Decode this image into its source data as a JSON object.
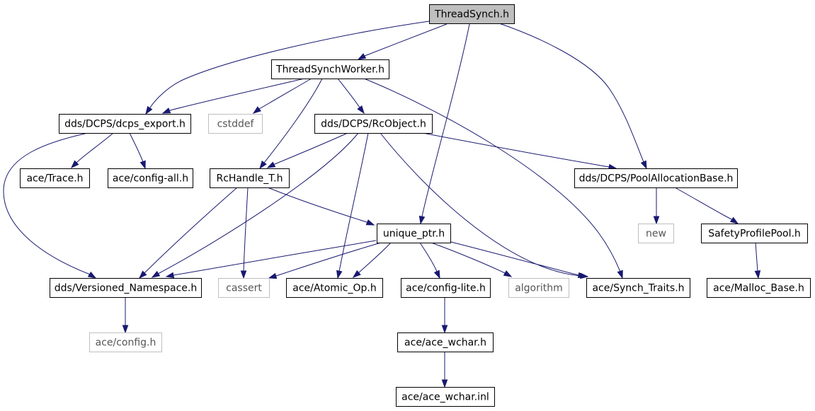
{
  "graph": {
    "nodes": [
      {
        "id": "threadsynch",
        "label": "ThreadSynch.h",
        "kind": "root"
      },
      {
        "id": "threadsynchworker",
        "label": "ThreadSynchWorker.h",
        "kind": "file"
      },
      {
        "id": "dcps_export",
        "label": "dds/DCPS/dcps_export.h",
        "kind": "file"
      },
      {
        "id": "cstddef",
        "label": "cstddef",
        "kind": "external"
      },
      {
        "id": "rcobject",
        "label": "dds/DCPS/RcObject.h",
        "kind": "file"
      },
      {
        "id": "ace_trace",
        "label": "ace/Trace.h",
        "kind": "file"
      },
      {
        "id": "ace_config_all",
        "label": "ace/config-all.h",
        "kind": "file"
      },
      {
        "id": "rchandle",
        "label": "RcHandle_T.h",
        "kind": "file"
      },
      {
        "id": "poolallocbase",
        "label": "dds/DCPS/PoolAllocationBase.h",
        "kind": "file"
      },
      {
        "id": "unique_ptr",
        "label": "unique_ptr.h",
        "kind": "file"
      },
      {
        "id": "new",
        "label": "new",
        "kind": "external"
      },
      {
        "id": "safetyprofilepool",
        "label": "SafetyProfilePool.h",
        "kind": "file"
      },
      {
        "id": "versioned_ns",
        "label": "dds/Versioned_Namespace.h",
        "kind": "file"
      },
      {
        "id": "cassert",
        "label": "cassert",
        "kind": "external"
      },
      {
        "id": "atomic_op",
        "label": "ace/Atomic_Op.h",
        "kind": "file"
      },
      {
        "id": "config_lite",
        "label": "ace/config-lite.h",
        "kind": "file"
      },
      {
        "id": "algorithm",
        "label": "algorithm",
        "kind": "external"
      },
      {
        "id": "synch_traits",
        "label": "ace/Synch_Traits.h",
        "kind": "file"
      },
      {
        "id": "malloc_base",
        "label": "ace/Malloc_Base.h",
        "kind": "file"
      },
      {
        "id": "ace_config",
        "label": "ace/config.h",
        "kind": "external"
      },
      {
        "id": "ace_wchar",
        "label": "ace/ace_wchar.h",
        "kind": "file"
      },
      {
        "id": "ace_wchar_inl",
        "label": "ace/ace_wchar.inl",
        "kind": "file"
      }
    ],
    "edges": [
      {
        "from": "threadsynch",
        "to": "threadsynchworker"
      },
      {
        "from": "threadsynch",
        "to": "dcps_export"
      },
      {
        "from": "threadsynch",
        "to": "unique_ptr"
      },
      {
        "from": "threadsynch",
        "to": "poolallocbase"
      },
      {
        "from": "threadsynchworker",
        "to": "dcps_export"
      },
      {
        "from": "threadsynchworker",
        "to": "cstddef"
      },
      {
        "from": "threadsynchworker",
        "to": "rcobject"
      },
      {
        "from": "threadsynchworker",
        "to": "rchandle"
      },
      {
        "from": "threadsynchworker",
        "to": "synch_traits"
      },
      {
        "from": "dcps_export",
        "to": "ace_trace"
      },
      {
        "from": "dcps_export",
        "to": "ace_config_all"
      },
      {
        "from": "dcps_export",
        "to": "versioned_ns"
      },
      {
        "from": "rcobject",
        "to": "rchandle"
      },
      {
        "from": "rcobject",
        "to": "versioned_ns"
      },
      {
        "from": "rcobject",
        "to": "atomic_op"
      },
      {
        "from": "rcobject",
        "to": "synch_traits"
      },
      {
        "from": "rcobject",
        "to": "poolallocbase"
      },
      {
        "from": "rchandle",
        "to": "unique_ptr"
      },
      {
        "from": "rchandle",
        "to": "versioned_ns"
      },
      {
        "from": "rchandle",
        "to": "cassert"
      },
      {
        "from": "poolallocbase",
        "to": "new"
      },
      {
        "from": "poolallocbase",
        "to": "safetyprofilepool"
      },
      {
        "from": "safetyprofilepool",
        "to": "malloc_base"
      },
      {
        "from": "unique_ptr",
        "to": "versioned_ns"
      },
      {
        "from": "unique_ptr",
        "to": "cassert"
      },
      {
        "from": "unique_ptr",
        "to": "atomic_op"
      },
      {
        "from": "unique_ptr",
        "to": "config_lite"
      },
      {
        "from": "unique_ptr",
        "to": "algorithm"
      },
      {
        "from": "unique_ptr",
        "to": "synch_traits"
      },
      {
        "from": "versioned_ns",
        "to": "ace_config"
      },
      {
        "from": "config_lite",
        "to": "ace_wchar"
      },
      {
        "from": "ace_wchar",
        "to": "ace_wchar_inl"
      }
    ]
  }
}
